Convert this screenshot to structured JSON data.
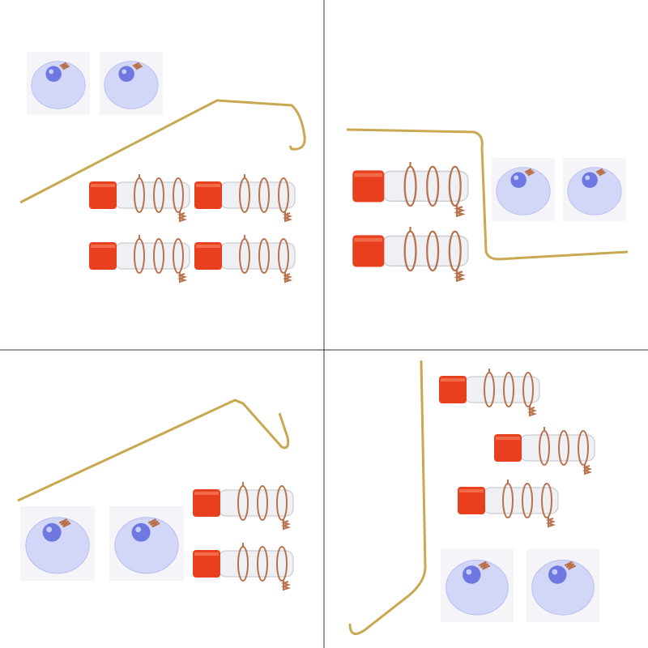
{
  "panels": [
    {
      "id": "top-left",
      "tubes": 4,
      "suction_cups": 2,
      "wire": "angled-hook"
    },
    {
      "id": "top-right",
      "tubes": 2,
      "suction_cups": 2,
      "wire": "stepped"
    },
    {
      "id": "bottom-left",
      "tubes": 2,
      "suction_cups": 2,
      "wire": "angled-hook"
    },
    {
      "id": "bottom-right",
      "tubes": 3,
      "suction_cups": 2,
      "wire": "vertical-hook"
    }
  ],
  "colors": {
    "cap": "#e8401f",
    "glass": "#eef0f3",
    "copper": "#b8734e",
    "brass": "#c8a850",
    "cup": "#c9cdf5",
    "cup_center": "#6f78e0",
    "divider": "#333333"
  }
}
